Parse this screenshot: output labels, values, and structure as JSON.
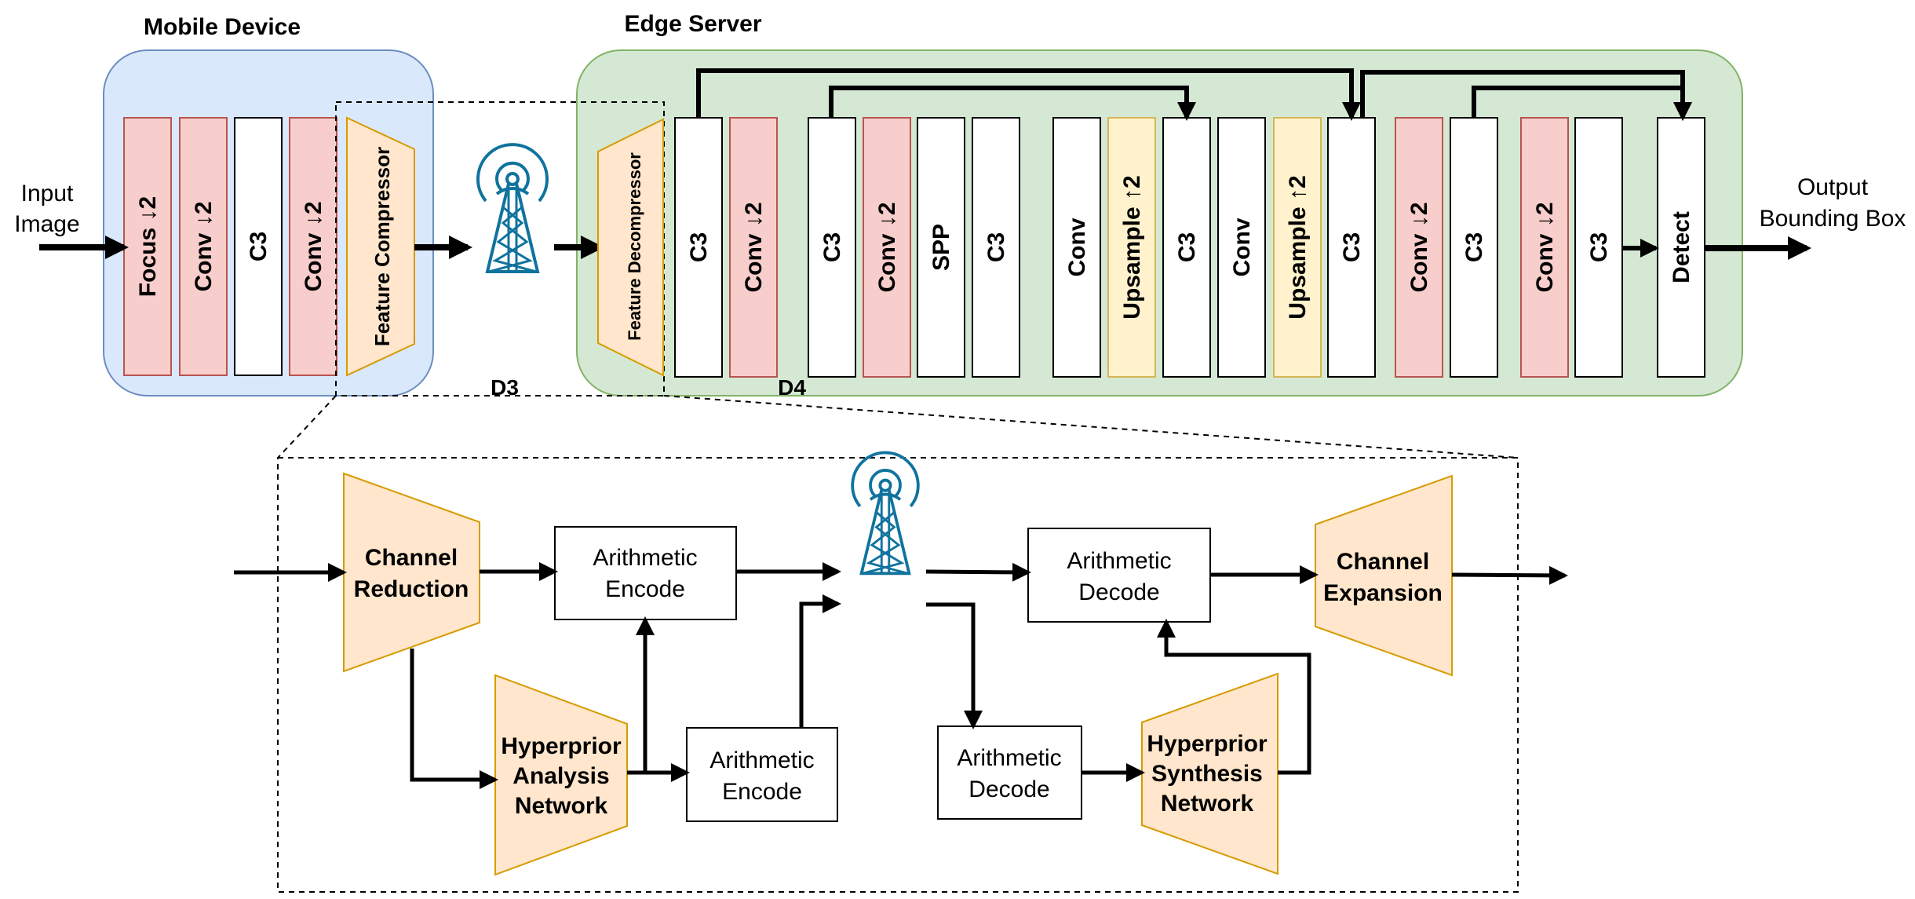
{
  "colors": {
    "mobile_fill": "#dae8fc",
    "mobile_stroke": "#6c8ebf",
    "edge_fill": "#d5e8d4",
    "edge_stroke": "#82b366",
    "pink_fill": "#f8cecc",
    "pink_stroke": "#b85450",
    "yellow_fill": "#fff2cc",
    "yellow_stroke": "#d6b656",
    "orange_fill": "#ffe6cc",
    "orange_stroke": "#d79b00",
    "antenna": "#10739e"
  },
  "labels": {
    "mobile_device": "Mobile Device",
    "edge_server": "Edge Server",
    "input_image_1": "Input",
    "input_image_2": "Image",
    "output_1": "Output",
    "output_2": "Bounding Box",
    "d3": "D3",
    "d4": "D4"
  },
  "mobile_blocks": [
    "Focus ↓2",
    "Conv ↓2",
    "C3",
    "Conv ↓2"
  ],
  "feature_compressor": "Feature Compressor",
  "feature_decompressor": "Feature Decompressor",
  "edge_blocks": [
    "C3",
    "Conv ↓2",
    "C3",
    "Conv ↓2",
    "SPP",
    "C3",
    "Conv",
    "Upsample ↑2",
    "C3",
    "Conv",
    "Upsample ↑2",
    "C3",
    "Conv ↓2",
    "C3",
    "Conv ↓2",
    "C3",
    "Detect"
  ],
  "detail": {
    "channel_reduction": [
      "Channel",
      "Reduction"
    ],
    "hyperprior_analysis": [
      "Hyperprior",
      "Analysis",
      "Network"
    ],
    "arith_encode_top": [
      "Arithmetic",
      "Encode"
    ],
    "arith_encode_bottom": [
      "Arithmetic",
      "Encode"
    ],
    "arith_decode_top": [
      "Arithmetic",
      "Decode"
    ],
    "arith_decode_bottom": [
      "Arithmetic",
      "Decode"
    ],
    "hyperprior_synthesis": [
      "Hyperprior",
      "Synthesis",
      "Network"
    ],
    "channel_expansion": [
      "Channel",
      "Expansion"
    ]
  }
}
